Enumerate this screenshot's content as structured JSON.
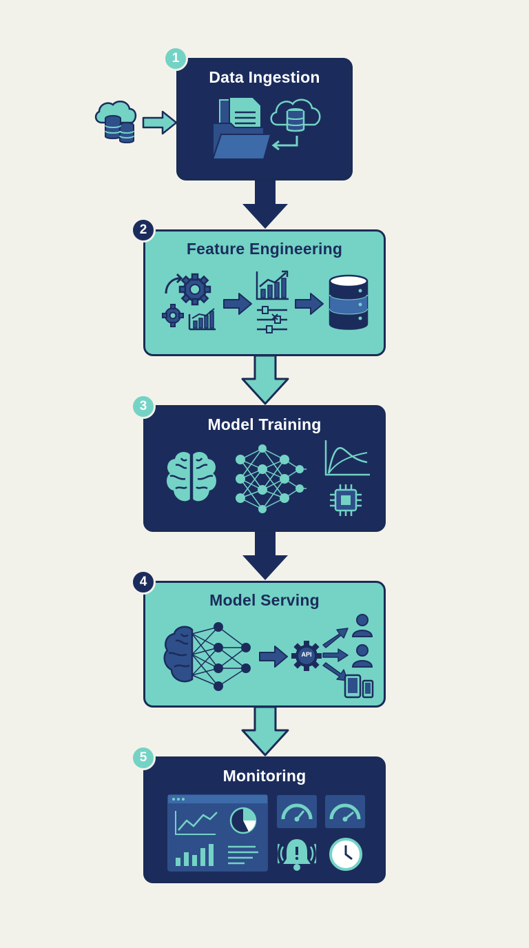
{
  "stages": [
    {
      "number": "1",
      "title": "Data Ingestion"
    },
    {
      "number": "2",
      "title": "Feature Engineering"
    },
    {
      "number": "3",
      "title": "Model Training"
    },
    {
      "number": "4",
      "title": "Model Serving",
      "api_label": "API"
    },
    {
      "number": "5",
      "title": "Monitoring"
    }
  ],
  "colors": {
    "navy": "#1b2c5c",
    "teal": "#74d3c5",
    "mid_blue": "#2e4f8a",
    "background": "#f3f2ea"
  }
}
